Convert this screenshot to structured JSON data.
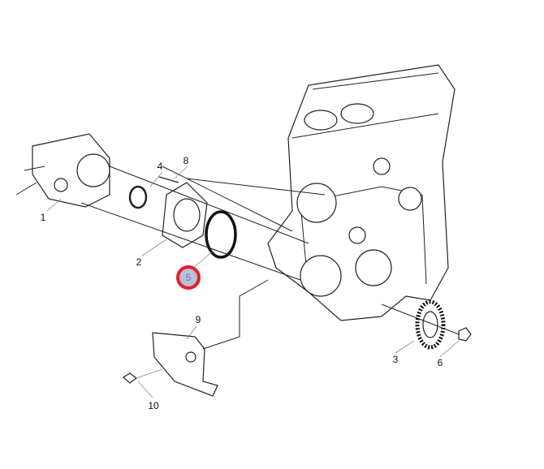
{
  "diagram": {
    "callouts": [
      {
        "id": "1",
        "label": "1"
      },
      {
        "id": "2",
        "label": "2"
      },
      {
        "id": "3",
        "label": "3"
      },
      {
        "id": "4",
        "label": "4"
      },
      {
        "id": "5",
        "label": "5",
        "highlighted": true
      },
      {
        "id": "6",
        "label": "6"
      },
      {
        "id": "8",
        "label": "8"
      },
      {
        "id": "9",
        "label": "9"
      },
      {
        "id": "10",
        "label": "10"
      }
    ],
    "highlight_color": "#e3202a"
  }
}
